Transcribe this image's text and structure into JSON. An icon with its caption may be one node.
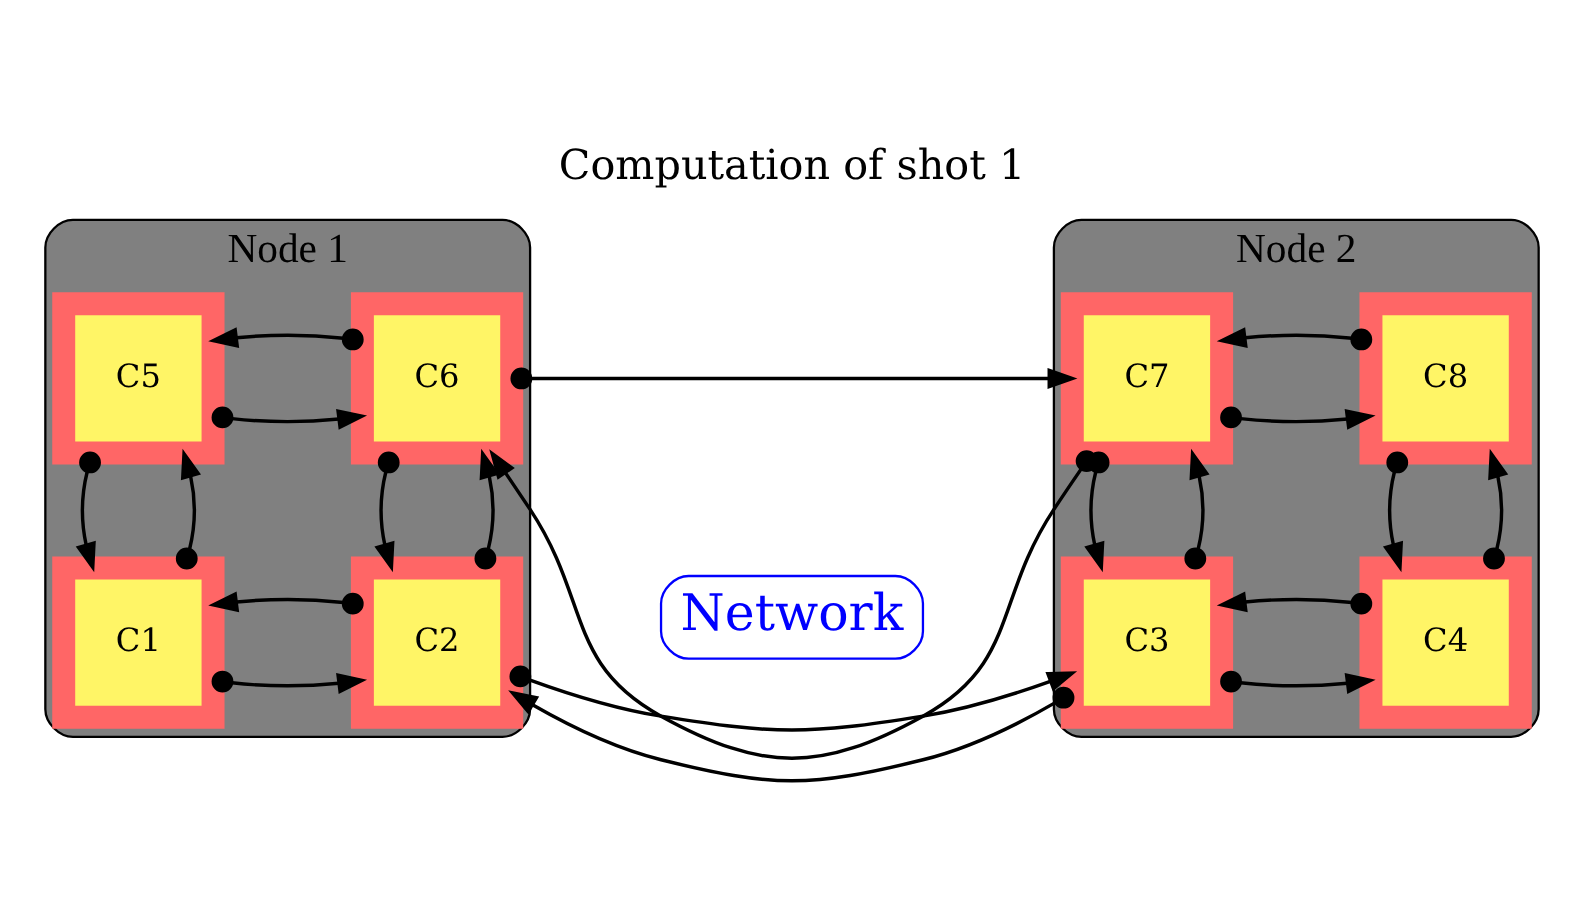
{
  "diagram": {
    "title": "Computation of shot 1",
    "nodes": [
      {
        "text": [
          "Node 1"
        ]
      },
      {
        "text": [
          "C1"
        ],
        "in": 0
      },
      {
        "text": [
          "C2"
        ],
        "in": 0
      },
      {
        "text": [
          "C5"
        ],
        "in": 0
      },
      {
        "text": [
          "C6"
        ],
        "in": 0
      },
      {
        "text": [
          "Network"
        ]
      },
      {
        "text": [
          "Node 2"
        ]
      },
      {
        "text": [
          "C3"
        ],
        "in": 6
      },
      {
        "text": [
          "C4"
        ],
        "in": 6
      },
      {
        "text": [
          "C7"
        ],
        "in": 6
      },
      {
        "text": [
          "C8"
        ],
        "in": 6
      }
    ],
    "edges": [
      {
        "from": 1,
        "to": 2,
        "arrow": "to"
      },
      {
        "from": 2,
        "to": 1,
        "arrow": "to"
      },
      {
        "from": 1,
        "to": 3,
        "arrow": "to"
      },
      {
        "from": 3,
        "to": 1,
        "arrow": "to"
      },
      {
        "from": 2,
        "to": 4,
        "arrow": "to"
      },
      {
        "from": 4,
        "to": 2,
        "arrow": "to"
      },
      {
        "from": 3,
        "to": 4,
        "arrow": "to"
      },
      {
        "from": 4,
        "to": 3,
        "arrow": "to"
      },
      {
        "from": 2,
        "to": 7,
        "arrow": "to"
      },
      {
        "from": 7,
        "to": 2,
        "arrow": "to"
      },
      {
        "from": 4,
        "to": 9,
        "arrow": "to"
      },
      {
        "from": 9,
        "to": 4,
        "arrow": "to"
      },
      {
        "from": 7,
        "to": 8,
        "arrow": "to"
      },
      {
        "from": 8,
        "to": 7,
        "arrow": "to"
      },
      {
        "from": 7,
        "to": 9,
        "arrow": "to"
      },
      {
        "from": 9,
        "to": 7,
        "arrow": "to"
      },
      {
        "from": 8,
        "to": 10,
        "arrow": "to"
      },
      {
        "from": 10,
        "to": 8,
        "arrow": "to"
      },
      {
        "from": 9,
        "to": 10,
        "arrow": "to"
      },
      {
        "from": 10,
        "to": 9,
        "arrow": "to"
      }
    ]
  }
}
